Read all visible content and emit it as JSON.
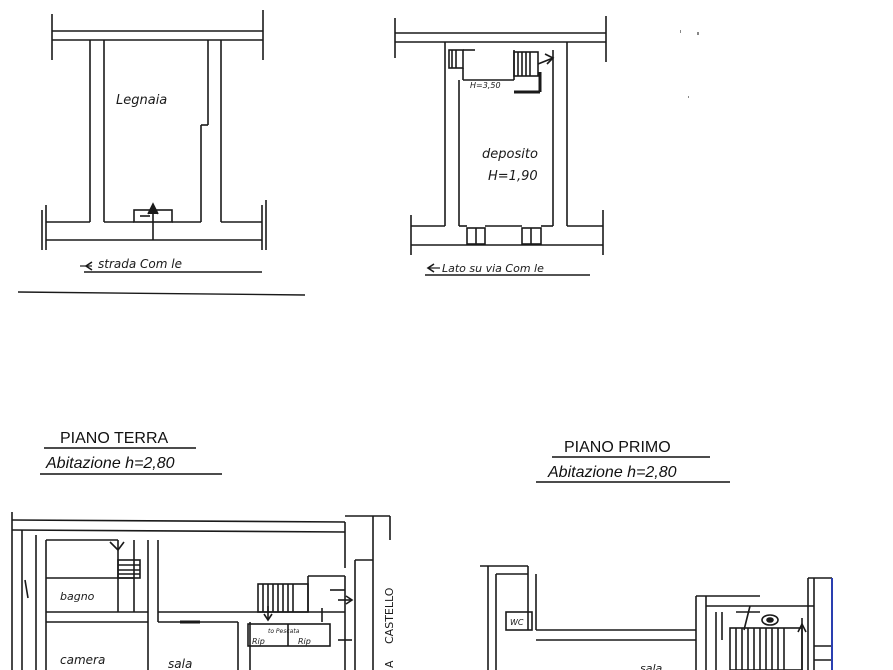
{
  "plans": {
    "legnaia": {
      "room": "Legnaia",
      "street": "strada Com le"
    },
    "deposito": {
      "height_mark": "H=3,50",
      "room": "deposito",
      "room_height": "H=1,90",
      "street": "Lato su via Com le"
    },
    "piano_terra": {
      "title": "PIANO TERRA",
      "subtitle": "Abitazione h=2,80",
      "rooms": {
        "bagno": "bagno",
        "camera": "camera",
        "sala": "sala",
        "rip1": "Rip",
        "rip2": "Rip",
        "ripostiglio_note": "to Pescata"
      },
      "street": "CASTELLO",
      "street_prefix": "A"
    },
    "piano_primo": {
      "title": "PIANO PRIMO",
      "subtitle": "Abitazione h=2,80",
      "rooms": {
        "wc": "WC",
        "cut_label": "sala"
      }
    }
  }
}
